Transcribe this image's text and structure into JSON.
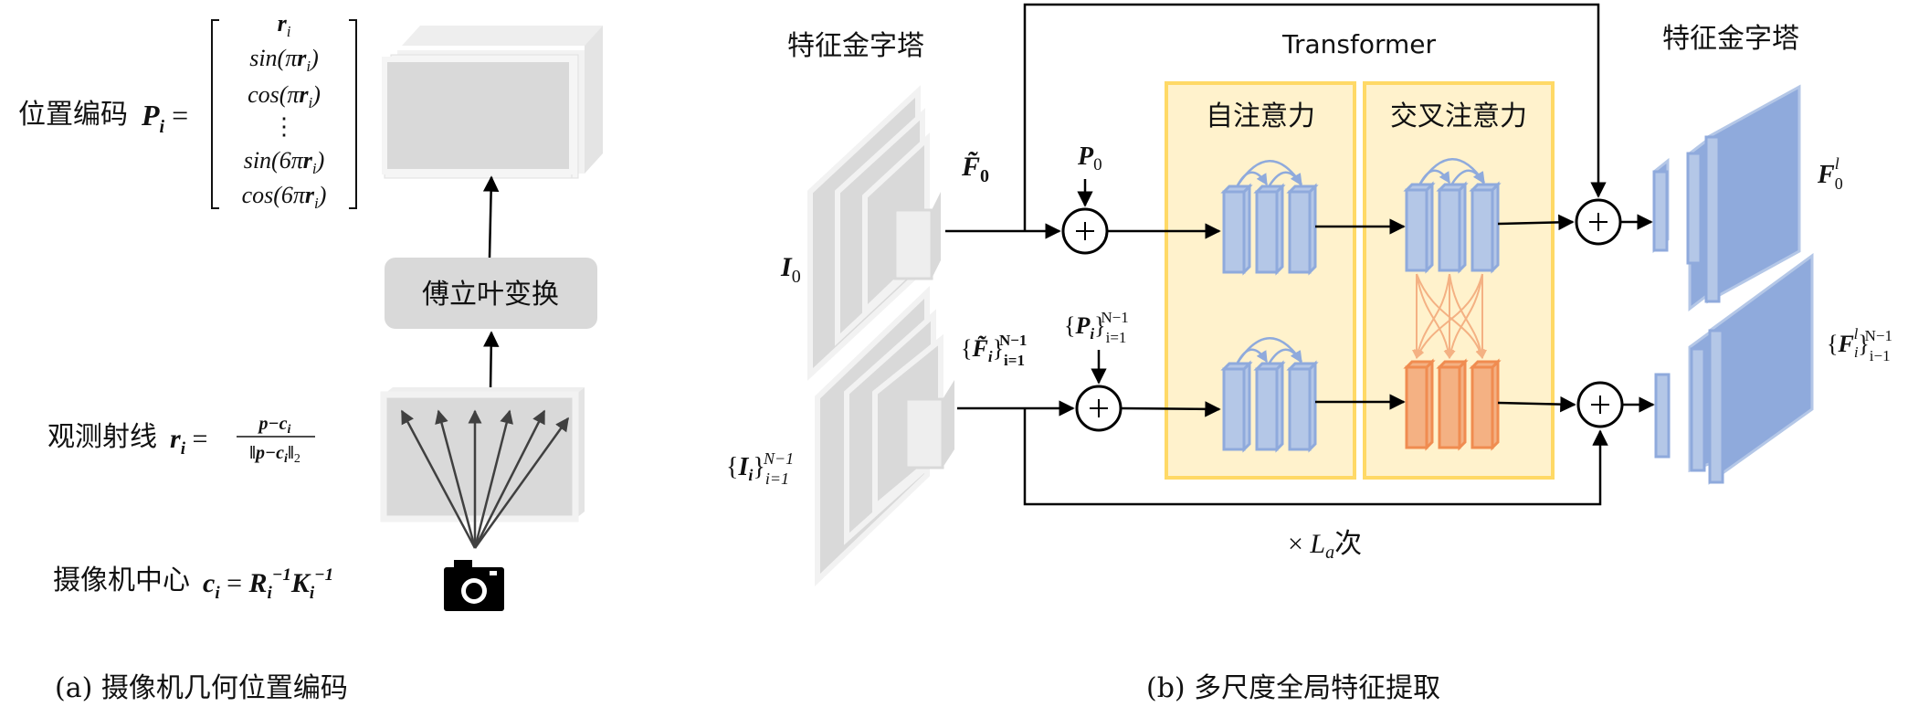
{
  "panel_a": {
    "pos_encoding_label": "位置编码",
    "pos_encoding_symbol": "P_i =",
    "vector_entries": [
      "r_i",
      "sin(πr_i)",
      "cos(πr_i)",
      "⋮",
      "sin(6πr_i)",
      "cos(6πr_i)"
    ],
    "fourier_label": "傅立叶变换",
    "ray_label": "观测射线",
    "ray_formula": "r_i = (p−c_i) / ‖p−c_i‖₂",
    "camera_label": "摄像机中心",
    "camera_formula": "c_i = R_i⁻¹K_i⁻¹",
    "caption": "(a) 摄像机几何位置编码"
  },
  "panel_b": {
    "pyramid_left_title": "特征金字塔",
    "pyramid_right_title": "特征金字塔",
    "transformer_title": "Transformer",
    "self_attention_label": "自注意力",
    "cross_attention_label": "交叉注意力",
    "i0_label": "I_0",
    "ii_label": "{I_i}_{i=1}^{N−1}",
    "f0_tilde_label": "F̃_0",
    "fi_tilde_label": "{F̃_i}_{i=1}^{N−1}",
    "p0_label": "P_0",
    "pi_label": "{P_i}_{i=1}^{N−1}",
    "f0l_label": "F_0^l",
    "fil_label": "{F_i^l}_{i−1}^{N−1}",
    "loop_label": "× L_a 次",
    "caption": "(b) 多尺度全局特征提取"
  },
  "colors": {
    "blue_fill": "#b4c7e7",
    "blue_stroke": "#8faadc",
    "orange_fill": "#f4b183",
    "orange_stroke": "#f08c50",
    "attention_box": "#fff2cc",
    "attention_border": "#ffd966",
    "gray_block": "#d9d9d9"
  }
}
